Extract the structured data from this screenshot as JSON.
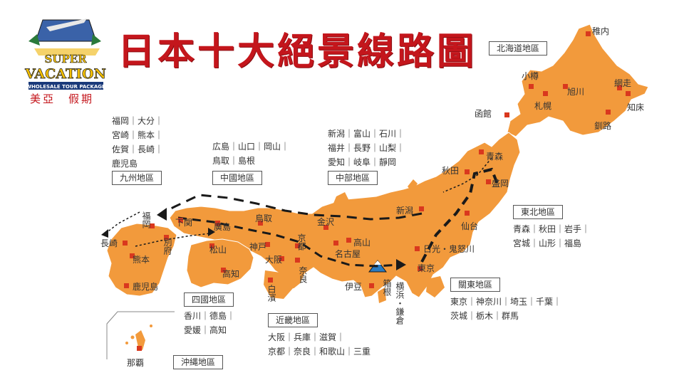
{
  "title": "日本十大絕景線路圖",
  "logo": {
    "line1": "SUPER",
    "line2": "VACATION",
    "line3": "WHOLESALE TOUR PACKAGE",
    "chinese_left": "美亞",
    "chinese_right": "假期"
  },
  "colors": {
    "land": "#f29a3c",
    "title": "#c4161c",
    "city_marker": "#d9381e",
    "route": "#1a1a1a"
  },
  "regions": {
    "kyushu": {
      "label": "九州地區",
      "prefs": [
        "福岡｜大分｜",
        "宮崎｜熊本｜",
        "佐賀｜長崎｜",
        "鹿児島"
      ]
    },
    "chugoku": {
      "label": "中國地區",
      "prefs": [
        "広島｜山口｜岡山｜",
        "鳥取｜島根"
      ]
    },
    "chubu": {
      "label": "中部地區",
      "prefs": [
        "新潟｜富山｜石川｜",
        "福井｜長野｜山梨｜",
        "愛知｜岐阜｜靜岡"
      ]
    },
    "hokkaido": {
      "label": "北海道地區"
    },
    "tohoku": {
      "label": "東北地區",
      "prefs": [
        "青森｜秋田｜岩手｜",
        "宮城｜山形｜福島"
      ]
    },
    "kanto": {
      "label": "關東地區",
      "prefs": [
        "東京｜神奈川｜埼玉｜千葉｜",
        "茨城｜栃木｜群馬"
      ]
    },
    "shikoku": {
      "label": "四國地區",
      "prefs": [
        "香川｜德島｜",
        "愛媛｜高知"
      ]
    },
    "kinki": {
      "label": "近畿地區",
      "prefs": [
        "大阪｜兵庫｜滋賀｜",
        "京都｜奈良｜和歌山｜三重"
      ]
    },
    "okinawa": {
      "label": "沖縄地區"
    }
  },
  "cities": {
    "wakkanai": "稚内",
    "otaru": "小樽",
    "asahikawa": "旭川",
    "abashiri": "網走",
    "sapporo": "札幌",
    "shiretoko": "知床",
    "hakodate": "函館",
    "kushiro": "釧路",
    "aomori": "青森",
    "akita": "秋田",
    "morioka": "盛岡",
    "niigata": "新潟",
    "sendai": "仙台",
    "nikko": "日光・鬼怒川",
    "tokyo": "東京",
    "hakone": "箱根",
    "yokohama": "横浜・鎌倉",
    "izu": "伊豆",
    "nagoya": "名古屋",
    "takayama": "高山",
    "kanazawa": "金沢",
    "kyoto": "京都",
    "nara": "奈良",
    "osaka": "大阪",
    "kobe": "神戸",
    "tottori": "鳥取",
    "hiroshima": "廣島",
    "shimonoseki": "下関",
    "matsuyama": "松山",
    "kochi": "高知",
    "shirahama": "白濱",
    "fukuoka": "福岡",
    "beppu": "別府",
    "nagasaki": "長崎",
    "kumamoto": "熊本",
    "kagoshima": "鹿児島",
    "naha": "那覇"
  }
}
